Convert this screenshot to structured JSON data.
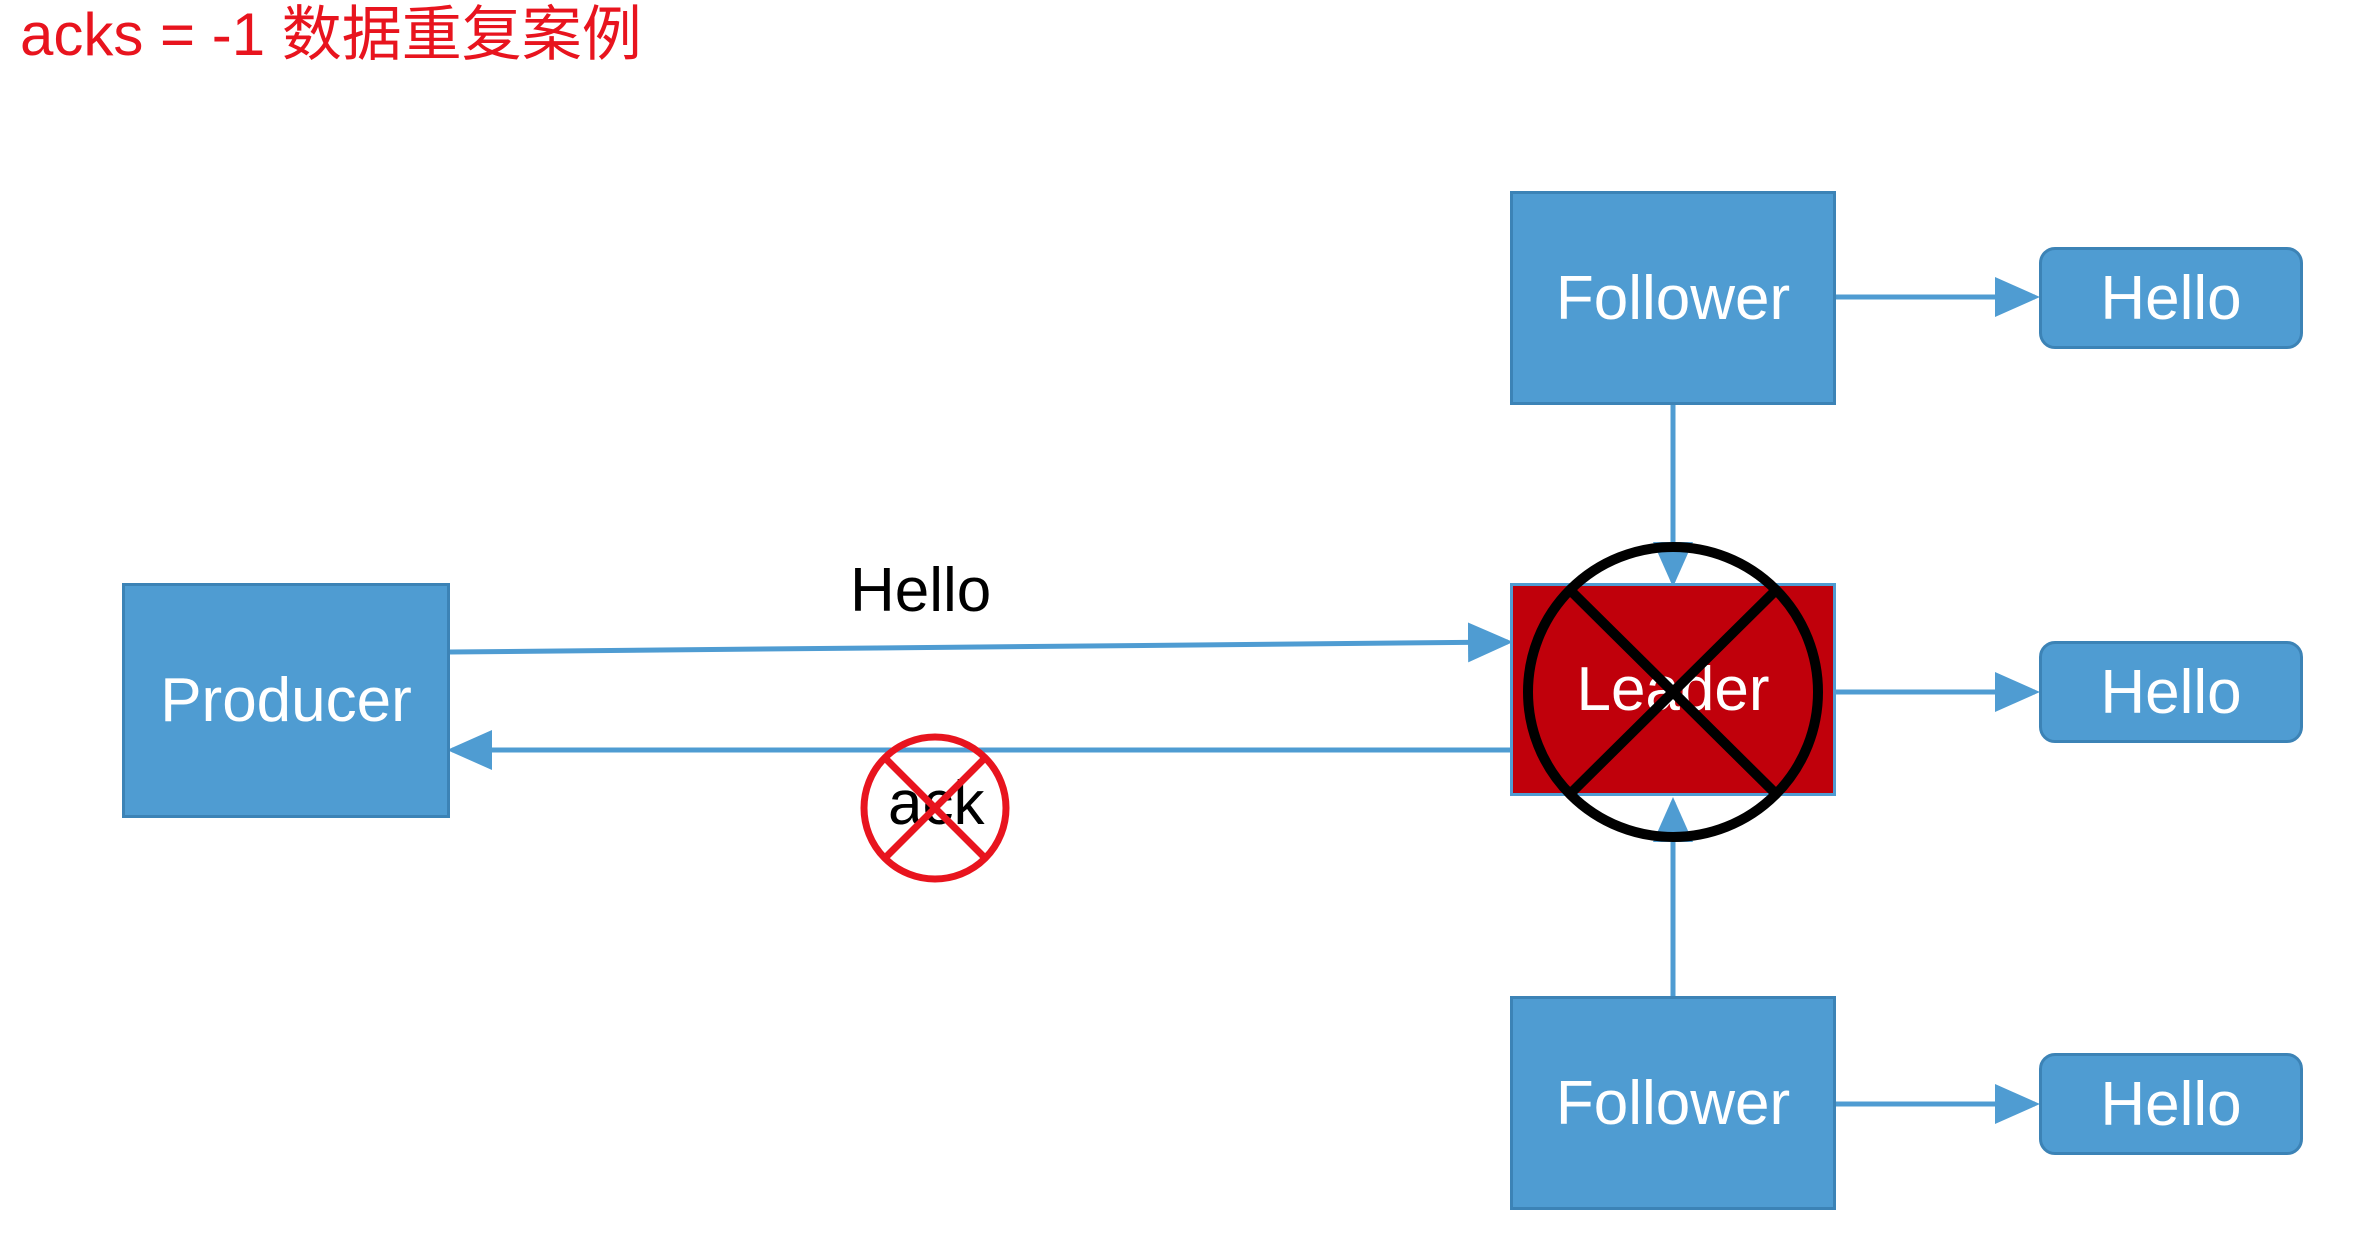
{
  "title": "acks = -1 数据重复案例",
  "nodes": {
    "producer": "Producer",
    "leader": "Leader",
    "follower_top": "Follower",
    "follower_bottom": "Follower",
    "hello_top": "Hello",
    "hello_middle": "Hello",
    "hello_bottom": "Hello"
  },
  "edges": {
    "send_label": "Hello",
    "ack_label": "ack"
  },
  "colors": {
    "title": "#e8141e",
    "box_fill": "#4f9cd2",
    "leader_fill": "#c0000b",
    "arrow": "#4f9cd2",
    "leader_cross": "#000000",
    "ack_cross": "#e8141e"
  }
}
